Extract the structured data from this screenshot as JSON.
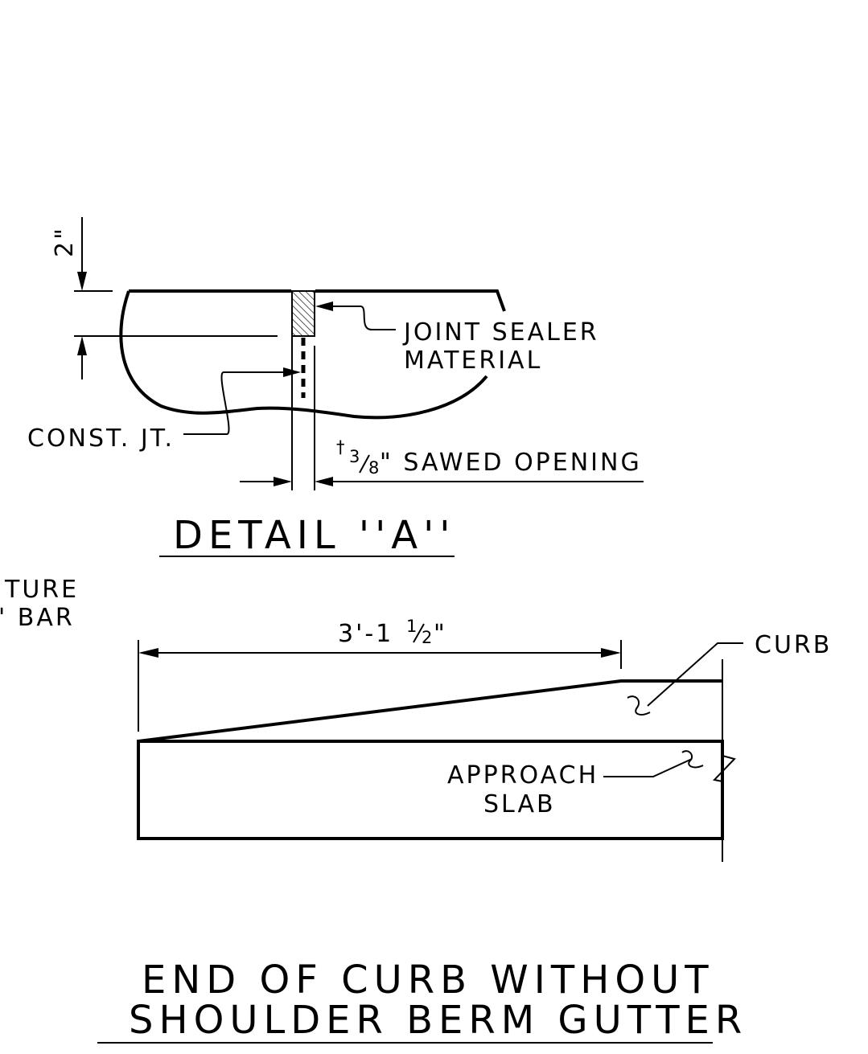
{
  "detail_a": {
    "title": "DETAIL ''A''",
    "depth_dim": "2\"",
    "joint_sealer_line1": "JOINT SEALER",
    "joint_sealer_line2": "MATERIAL",
    "const_jt": "CONST. JT.",
    "dagger": "†",
    "opening_num": "3",
    "opening_den": "8",
    "opening_rest": "\" SAWED OPENING"
  },
  "left_fragment": {
    "line1": "TURE",
    "line2": "' BAR"
  },
  "end_of_curb": {
    "dimension_prefix": "3'-1",
    "dimension_num": "1",
    "dimension_den": "2",
    "dimension_suffix": "\"",
    "curb_label": "CURB",
    "approach_slab_line1": "APPROACH",
    "approach_slab_line2": "SLAB",
    "title_line1": "END OF CURB WITHOUT",
    "title_line2": "SHOULDER BERM GUTTER"
  }
}
